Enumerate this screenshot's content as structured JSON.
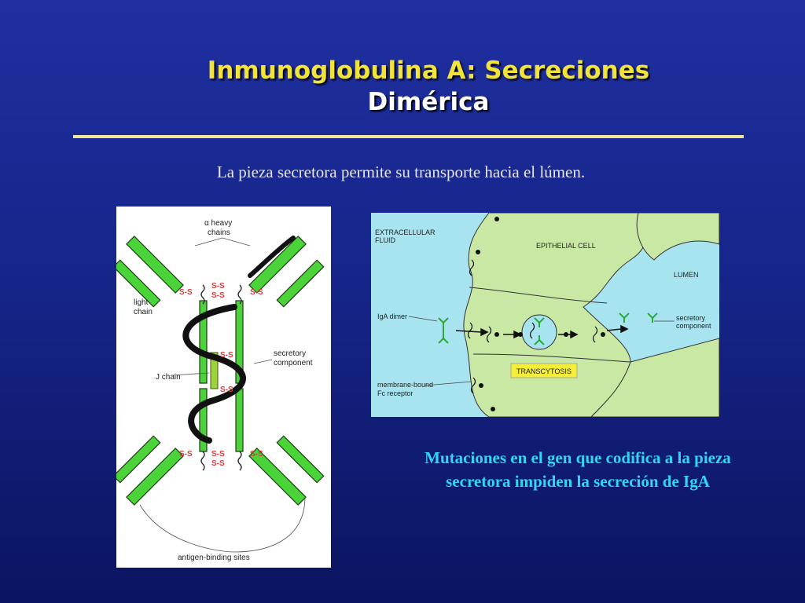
{
  "slide": {
    "title_line1": "Inmunoglobulina A: Secreciones",
    "title_line2": "Dimérica",
    "subtitle": "La pieza secretora permite su transporte hacia el lúmen.",
    "caption_line1": "Mutaciones en el gen que codifica a la pieza",
    "caption_line2": "secretora impiden la secreción de IgA"
  },
  "left_diagram": {
    "heavy_label_1": "α heavy",
    "heavy_label_2": "chains",
    "light_label_1": "light",
    "light_label_2": "chain",
    "secretory_label_1": "secretory",
    "secretory_label_2": "component",
    "j_chain_label": "J chain",
    "antigen_label": "antigen-binding sites",
    "disulfide": "S-S"
  },
  "right_diagram": {
    "extracellular_1": "EXTRACELLULAR",
    "extracellular_2": "FLUID",
    "epithelial": "EPITHELIAL CELL",
    "lumen": "LUMEN",
    "iga_dimer": "IgA dimer",
    "secretory_1": "secretory",
    "secretory_2": "component",
    "transcytosis": "TRANSCYTOSIS",
    "receptor_1": "membrane-bound",
    "receptor_2": "Fc receptor"
  },
  "colors": {
    "title": "#f2e33a",
    "caption": "#33d6f2",
    "chain_green": "#4ad43a",
    "cell_fill": "#c8e8a4",
    "fluid_fill": "#a8e4f0",
    "transcytosis_box": "#f4ee3a"
  }
}
